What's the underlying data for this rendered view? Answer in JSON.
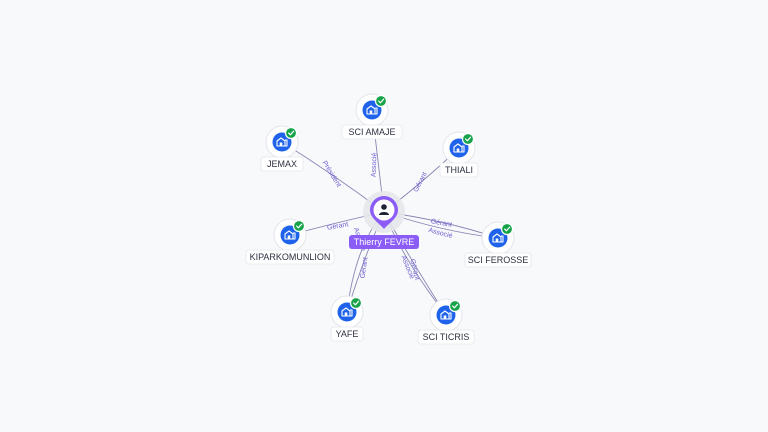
{
  "graph": {
    "center": {
      "label": "Thierry FEVRE",
      "icon": "person-icon",
      "accent": "#8b5cf6"
    },
    "colors": {
      "company_icon": "#1e63e9",
      "verified_badge": "#16a34a",
      "edge": "#8a86b4",
      "edge_label": "#6a5fd0"
    },
    "nodes": [
      {
        "id": "sci-amaje",
        "label": "SCI AMAJE",
        "icon": "company-building-icon",
        "verified": true
      },
      {
        "id": "jemax",
        "label": "JEMAX",
        "icon": "company-building-icon",
        "verified": true
      },
      {
        "id": "thiali",
        "label": "THIALI",
        "icon": "company-building-icon",
        "verified": true
      },
      {
        "id": "kiparkomunlion",
        "label": "KIPARKOMUNLION",
        "icon": "company-building-icon",
        "verified": true
      },
      {
        "id": "sci-ferosse",
        "label": "SCI FEROSSE",
        "icon": "company-building-icon",
        "verified": true
      },
      {
        "id": "yafe",
        "label": "YAFE",
        "icon": "company-building-icon",
        "verified": true
      },
      {
        "id": "sci-ticris",
        "label": "SCI TICRIS",
        "icon": "company-building-icon",
        "verified": true
      }
    ],
    "edges": [
      {
        "target": "sci-amaje",
        "label": "Associé"
      },
      {
        "target": "jemax",
        "label": "Président"
      },
      {
        "target": "thiali",
        "label": "Gérant"
      },
      {
        "target": "kiparkomunlion",
        "label": "Gérant"
      },
      {
        "target": "sci-ferosse",
        "label": "Gérant"
      },
      {
        "target": "sci-ferosse",
        "label": "Associé"
      },
      {
        "target": "yafe",
        "label": "Gérant"
      },
      {
        "target": "sci-ticris",
        "label": "Gérant"
      },
      {
        "target": "sci-ticris",
        "label": "Associé"
      },
      {
        "target": "yafe",
        "label": "Associé"
      }
    ]
  }
}
